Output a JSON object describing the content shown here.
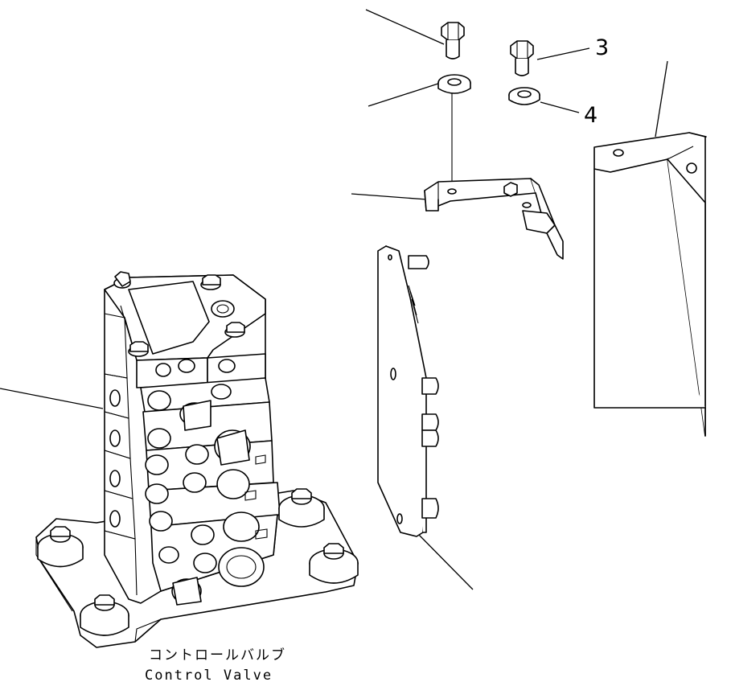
{
  "callouts": [
    {
      "id": "3",
      "label": "3"
    },
    {
      "id": "4",
      "label": "4"
    }
  ],
  "caption": {
    "jp": "コントロールバルブ",
    "en": "Control Valve"
  }
}
